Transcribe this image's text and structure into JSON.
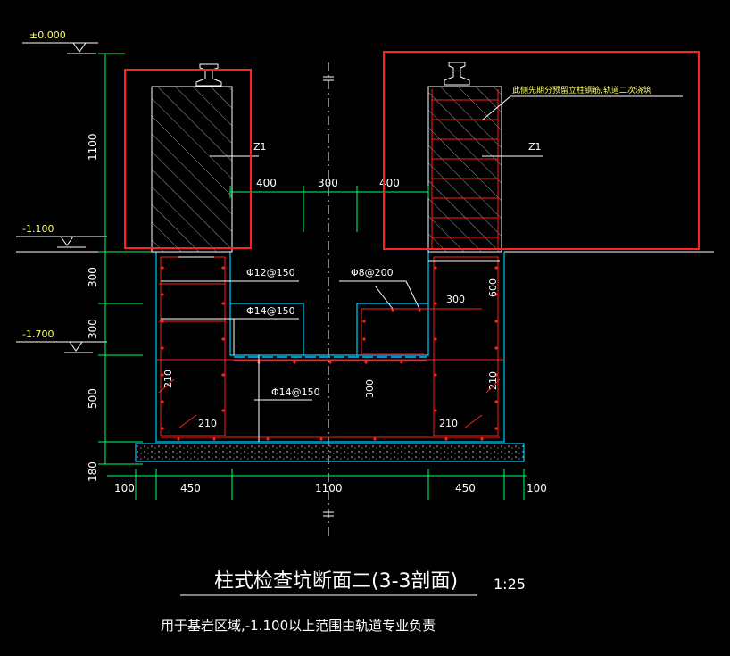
{
  "elevations": {
    "top": "±0.000",
    "mid": "-1.100",
    "low": "-1.700"
  },
  "dimensions": {
    "v_1100": "1100",
    "v_300a": "300",
    "v_300b": "300",
    "v_500": "500",
    "v_180": "180",
    "h_100_left": "100",
    "h_450_left": "450",
    "h_1100": "1100",
    "h_450_right": "450",
    "h_100_right": "100",
    "top_400_left": "400",
    "top_300": "300",
    "top_400_right": "400",
    "inner_300": "300",
    "inner_600": "600",
    "inner_300_v": "300",
    "inner_210_left": "210",
    "inner_210_right": "210",
    "inner_210_bl": "210",
    "inner_210_br": "210"
  },
  "labels": {
    "z1_left": "Z1",
    "z1_right": "Z1",
    "rebar_1": "Φ12@150",
    "rebar_2": "Φ14@150",
    "rebar_3": "Φ8@200",
    "rebar_4": "Φ14@150",
    "note_top": "此侧先期分预留立柱钢筋,轨道二次浇筑"
  },
  "title": {
    "main": "柱式检查坑断面二(3-3剖面)",
    "scale": "1:25",
    "subtitle": "用于基岩区域,-1.100以上范围由轨道专业负责"
  },
  "colors": {
    "background": "#000000",
    "concrete_outline": "#00c8ff",
    "rebar": "#ff2020",
    "dimension": "#00ff66",
    "highlight_box": "#ff2020",
    "hatch": "#c0c0c0"
  }
}
